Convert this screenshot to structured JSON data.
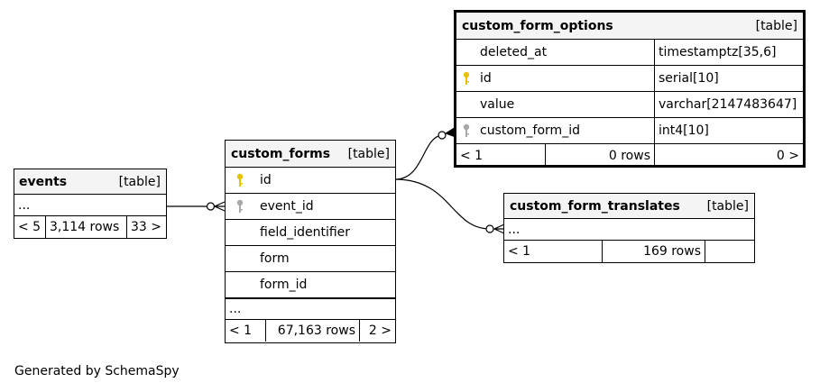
{
  "tables": {
    "custom_form_options": {
      "name": "custom_form_options",
      "kind": "[table]",
      "columns": [
        {
          "name": "deleted_at",
          "type": "timestamptz[35,6]",
          "key": ""
        },
        {
          "name": "id",
          "type": "serial[10]",
          "key": "primary"
        },
        {
          "name": "value",
          "type": "varchar[2147483647]",
          "key": ""
        },
        {
          "name": "custom_form_id",
          "type": "int4[10]",
          "key": "foreign"
        }
      ],
      "footer": {
        "parents": "< 1",
        "rows": "0 rows",
        "children": "0 >"
      }
    },
    "custom_forms": {
      "name": "custom_forms",
      "kind": "[table]",
      "columns": [
        {
          "name": "id",
          "key": "primary"
        },
        {
          "name": "event_id",
          "key": "foreign"
        },
        {
          "name": "field_identifier",
          "key": ""
        },
        {
          "name": "form",
          "key": ""
        },
        {
          "name": "form_id",
          "key": ""
        }
      ],
      "ellipsis": "...",
      "footer": {
        "parents": "< 1",
        "rows": "67,163 rows",
        "children": "2 >"
      }
    },
    "events": {
      "name": "events",
      "kind": "[table]",
      "ellipsis": "...",
      "footer": {
        "parents": "< 5",
        "rows": "3,114 rows",
        "children": "33 >"
      }
    },
    "custom_form_translates": {
      "name": "custom_form_translates",
      "kind": "[table]",
      "ellipsis": "...",
      "footer": {
        "parents": "< 1",
        "rows": "169 rows",
        "children": ""
      }
    }
  },
  "colors": {
    "primary_key": "#e6c200",
    "foreign_key": "#a8a8a8",
    "header_bg": "#f4f4f4"
  },
  "generated_by": "Generated by SchemaSpy"
}
